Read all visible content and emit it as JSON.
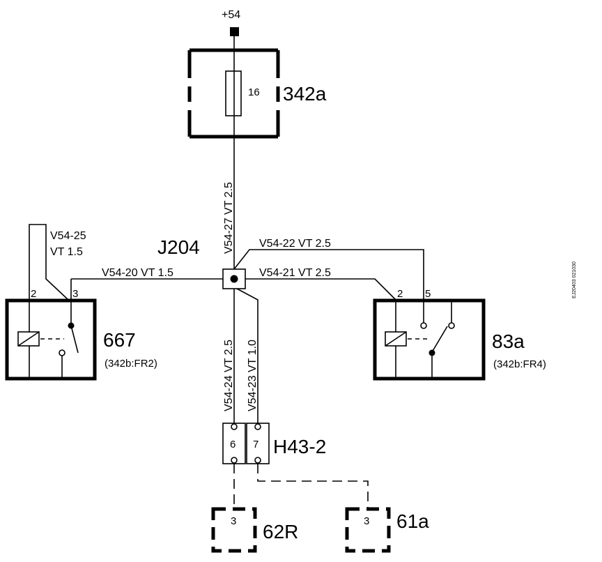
{
  "supply": "+54",
  "fuse": {
    "id": "342a",
    "number": "16"
  },
  "junction": "J204",
  "wires": {
    "main": "V54-27  VT  2.5",
    "w25_name": "V54-25",
    "w25_spec": "VT   1.5",
    "w20": "V54-20   VT   1.5",
    "w22": "V54-22   VT   2.5",
    "w21": "V54-21   VT   2.5",
    "w24": "V54-24   VT   2.5",
    "w23": "V54-23   VT   1.0"
  },
  "relay_left": {
    "id": "667",
    "ref": "(342b:FR2)",
    "pin_a": "2",
    "pin_b": "3"
  },
  "relay_right": {
    "id": "83a",
    "ref": "(342b:FR4)",
    "pin_a": "2",
    "pin_b": "5"
  },
  "connector": {
    "id": "H43-2",
    "pin_a": "6",
    "pin_b": "7"
  },
  "targets": [
    {
      "id": "62R",
      "pin": "3"
    },
    {
      "id": "61a",
      "pin": "3"
    }
  ],
  "code": "EJ20403 021030"
}
